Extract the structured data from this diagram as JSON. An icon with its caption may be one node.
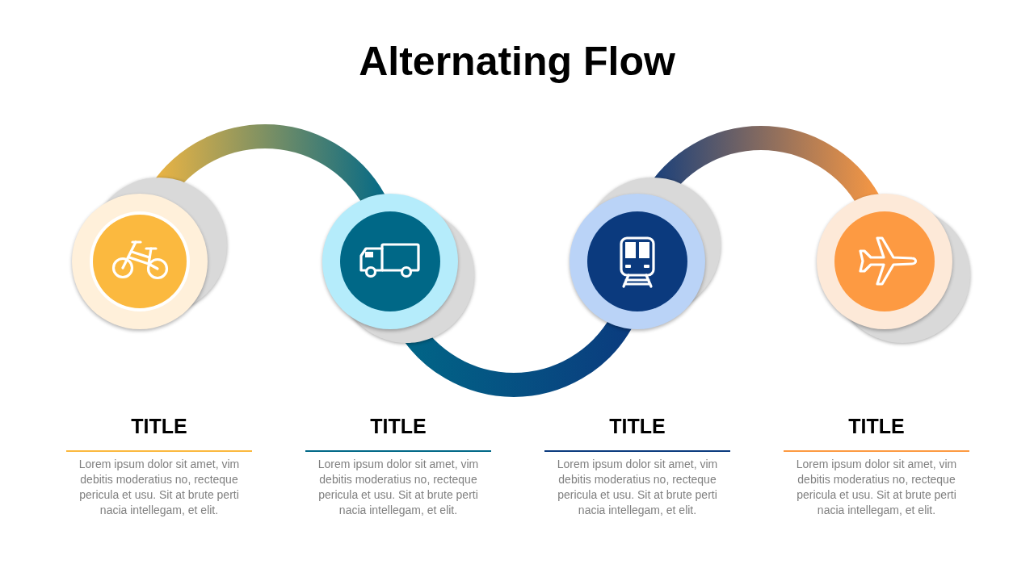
{
  "diagram": {
    "title": "Alternating Flow",
    "nodes": [
      {
        "text": [],
        "shape": "circle",
        "beside": [
          "TITLE",
          "Lorem ipsum dolor sit amet, vim debitis moderatius no, recteque pericula et usu. Sit at brute perti nacia intellegam, et elit."
        ]
      },
      {
        "text": [],
        "shape": "circle",
        "beside": [
          "TITLE",
          "Lorem ipsum dolor sit amet, vim debitis moderatius no, recteque pericula et usu. Sit at brute perti nacia intellegam, et elit."
        ]
      },
      {
        "text": [],
        "shape": "circle",
        "beside": [
          "TITLE",
          "Lorem ipsum dolor sit amet, vim debitis moderatius no, recteque pericula et usu. Sit at brute perti nacia intellegam, et elit."
        ]
      },
      {
        "text": [],
        "shape": "circle",
        "beside": [
          "TITLE",
          "Lorem ipsum dolor sit amet, vim debitis moderatius no, recteque pericula et usu. Sit at brute perti nacia intellegam, et elit."
        ]
      }
    ],
    "edges": [
      {
        "from": 0,
        "to": 1,
        "arrow": "none"
      },
      {
        "from": 1,
        "to": 2,
        "arrow": "none"
      },
      {
        "from": 2,
        "to": 3,
        "arrow": "none"
      }
    ]
  }
}
